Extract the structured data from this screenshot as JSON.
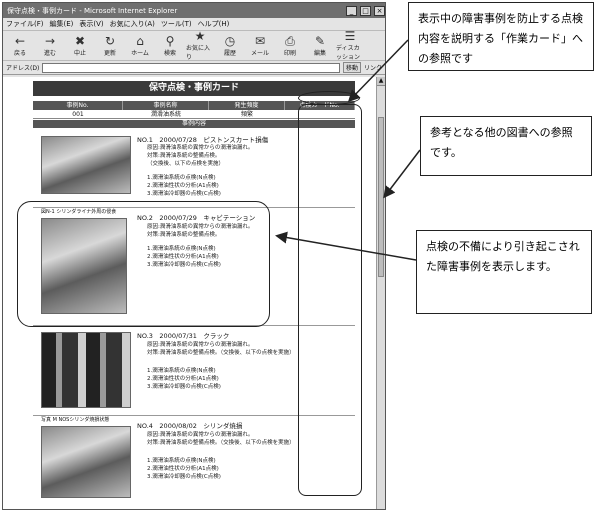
{
  "window": {
    "title": "保守点検・事例カード - Microsoft Internet Explorer",
    "min_label": "_",
    "max_label": "□",
    "close_label": "×"
  },
  "menu": [
    "ファイル(F)",
    "編集(E)",
    "表示(V)",
    "お気に入り(A)",
    "ツール(T)",
    "ヘルプ(H)"
  ],
  "toolbar": [
    {
      "label": "戻る",
      "glyph": "←"
    },
    {
      "label": "進む",
      "glyph": "→"
    },
    {
      "label": "中止",
      "glyph": "✖"
    },
    {
      "label": "更新",
      "glyph": "↻"
    },
    {
      "label": "ホーム",
      "glyph": "⌂"
    },
    {
      "label": "検索",
      "glyph": "⚲"
    },
    {
      "label": "お気に入り",
      "glyph": "★"
    },
    {
      "label": "履歴",
      "glyph": "◷"
    },
    {
      "label": "メール",
      "glyph": "✉"
    },
    {
      "label": "印刷",
      "glyph": "⎙"
    },
    {
      "label": "編集",
      "glyph": "✎"
    },
    {
      "label": "ディスカッション",
      "glyph": "☰"
    }
  ],
  "address": {
    "label": "アドレス(D)",
    "go": "移動",
    "links": "リンク"
  },
  "page": {
    "banner": "保守点検・事例カード",
    "headers": [
      "事例No.",
      "事例名称",
      "発生頻度",
      "点検カードNo."
    ],
    "values": [
      "001",
      "潤滑油系統",
      "頻繁",
      ""
    ],
    "sub_header": "事例内容"
  },
  "cases": [
    {
      "title": "NO.1　2000/07/28　ピストンスカート損傷",
      "caption": "",
      "lines": [
        "原因:潤滑油系統の異常からの潤滑油漏れ。",
        "対策:潤滑油系統の整備点検。",
        "（交換後、以下の点検を実施）",
        "1.潤滑油系統の点検(N点検)",
        "2.潤滑油性状の分析(A1点検)",
        "3.潤滑油冷却器の点検(C点検)"
      ]
    },
    {
      "title": "NO.2　2000/07/29　キャビテーション",
      "caption": "図N-1 シリンダライナ外周の侵食",
      "lines": [
        "原因:潤滑油系統の異常からの潤滑油漏れ。",
        "対策:潤滑油系統の整備点検。",
        "1.潤滑油系統の点検(N点検)",
        "2.潤滑油性状の分析(A1点検)",
        "3.潤滑油冷却器の点検(C点検)"
      ]
    },
    {
      "title": "NO.3　2000/07/31　クラック",
      "caption": "",
      "lines": [
        "原因:潤滑油系統の異常からの潤滑油漏れ。",
        "対策:潤滑油系統の整備点検。（交換後、以下の点検を実施）",
        "1.潤滑油系統の点検(N点検)",
        "2.潤滑油性状の分析(A1点検)",
        "3.潤滑油冷却器の点検(C点検)"
      ]
    },
    {
      "title": "NO.4　2000/08/02　シリンダ焼損",
      "caption": "写真 M NOSシリンダ焼損状態",
      "lines": [
        "原因:潤滑油系統の異常からの潤滑油漏れ。",
        "対策:潤滑油系統の整備点検。（交換後、以下の点検を実施）",
        "1.潤滑油系統の点検(N点検)",
        "2.潤滑油性状の分析(A1点検)",
        "3.潤滑油冷却器の点検(C点検)"
      ]
    }
  ],
  "notes": {
    "top": "表示中の障害事例を防止する点検内容を説明する「作業カード」への参照です",
    "middle": "参考となる他の図書への参照です。",
    "bottom": "点検の不備により引き起こされた障害事例を表示します。"
  }
}
